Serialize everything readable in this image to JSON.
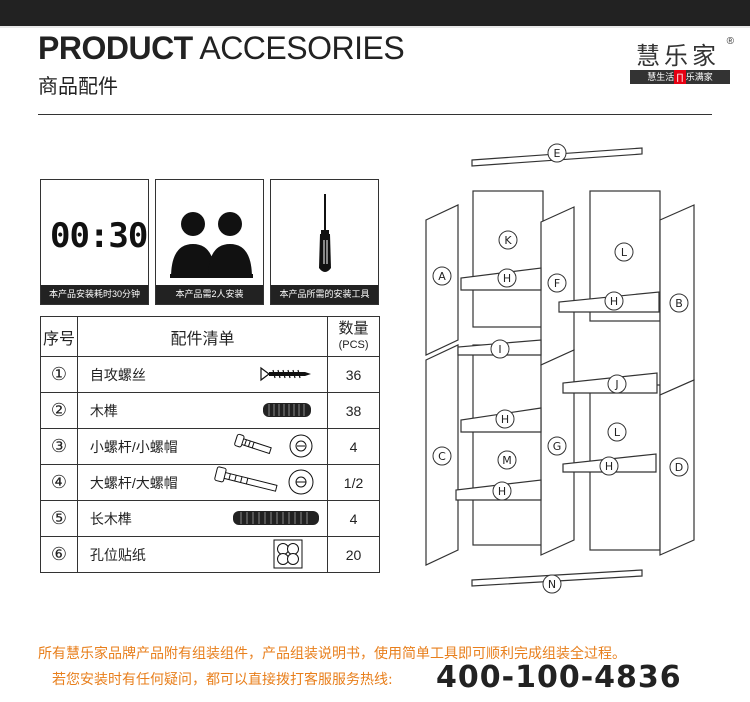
{
  "header": {
    "title_bold": "PRODUCT",
    "title_light": " ACCESORIES",
    "subtitle": "商品配件"
  },
  "brand": {
    "name": "慧乐家",
    "reg": "®",
    "tagline_a": "慧生活",
    "tagline_b": "∏",
    "tagline_c": "乐满家"
  },
  "info": {
    "clock": "00:30",
    "time_caption": "本产品安装耗时30分钟",
    "people_caption": "本产品需2人安装",
    "tool_caption": "本产品所需的安装工具"
  },
  "table": {
    "header_index": "序号",
    "header_name": "配件清单",
    "header_qty": "数量",
    "header_qty_unit": "(PCS)",
    "rows": [
      {
        "index": "①",
        "name": "自攻螺丝",
        "qty": "36"
      },
      {
        "index": "②",
        "name": "木榫",
        "qty": "38"
      },
      {
        "index": "③",
        "name": "小螺杆/小螺帽",
        "qty": "4"
      },
      {
        "index": "④",
        "name": "大螺杆/大螺帽",
        "qty": "1/2"
      },
      {
        "index": "⑤",
        "name": "长木榫",
        "qty": "4"
      },
      {
        "index": "⑥",
        "name": "孔位贴纸",
        "qty": "20"
      }
    ]
  },
  "diagram": {
    "labels": {
      "A": "A",
      "B": "B",
      "C": "C",
      "D": "D",
      "E": "E",
      "F": "F",
      "G": "G",
      "H": "H",
      "I": "I",
      "J": "J",
      "K": "K",
      "L": "L",
      "M": "M",
      "N": "N"
    }
  },
  "footer": {
    "line1": "所有慧乐家品牌产品附有组装组件，产品组装说明书，使用简单工具即可顺利完成组装全过程。",
    "line2": "若您安装时有任何疑问，都可以直接拨打客服服务热线:",
    "phone": "400-100-4836"
  }
}
